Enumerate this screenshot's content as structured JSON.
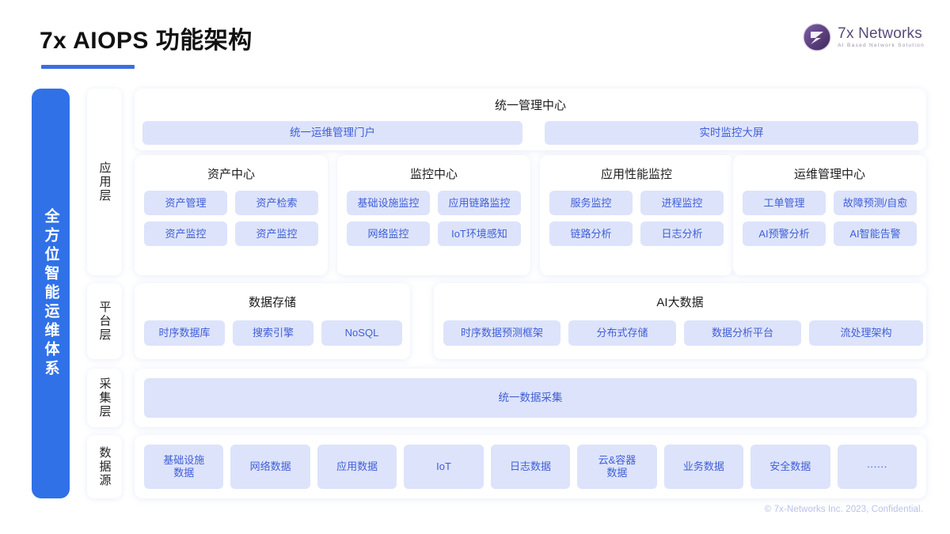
{
  "header": {
    "title": "7x AIOPS 功能架构",
    "accent_color": "#3b6fe0",
    "logo": {
      "name": "7x Networks",
      "tagline": "AI Based Network Solution",
      "mark_icon": "7x-swirl-logo-icon",
      "color": "#5a4a7a"
    }
  },
  "left_bar": {
    "text": "全方位智能运维体系",
    "color": "#3071e8"
  },
  "layers": [
    {
      "label": "应用层"
    },
    {
      "label": "平台层"
    },
    {
      "label": "采集层"
    },
    {
      "label": "数据源"
    }
  ],
  "unified_center": {
    "title": "统一管理中心",
    "pills": [
      "统一运维管理门户",
      "实时监控大屏"
    ]
  },
  "app_layer": {
    "cards": [
      {
        "title": "资产中心",
        "items": [
          "资产管理",
          "资产检索",
          "资产监控",
          "资产监控"
        ]
      },
      {
        "title": "监控中心",
        "items": [
          "基础设施监控",
          "应用链路监控",
          "网络监控",
          "IoT环境感知"
        ]
      },
      {
        "title": "应用性能监控",
        "items": [
          "服务监控",
          "进程监控",
          "链路分析",
          "日志分析"
        ]
      },
      {
        "title": "运维管理中心",
        "items": [
          "工单管理",
          "故障预测/自愈",
          "AI预警分析",
          "AI智能告警"
        ]
      }
    ]
  },
  "platform_layer": {
    "storage": {
      "title": "数据存储",
      "items": [
        "时序数据库",
        "搜索引擎",
        "NoSQL"
      ]
    },
    "bigdata": {
      "title": "AI大数据",
      "items": [
        "时序数据预测框架",
        "分布式存储",
        "数据分析平台",
        "流处理架构"
      ]
    }
  },
  "collection_layer": {
    "label": "统一数据采集"
  },
  "source_layer": {
    "items": [
      "基础设施\n数据",
      "网络数据",
      "应用数据",
      "IoT",
      "日志数据",
      "云&容器\n数据",
      "业务数据",
      "安全数据",
      "······"
    ]
  },
  "footer": {
    "text": "© 7x-Networks Inc. 2023, Confidential."
  },
  "theme": {
    "pill_bg": "#dde3fa",
    "pill_text": "#3f5fd6",
    "panel_bg": "#ffffff",
    "page_bg": "#ffffff"
  }
}
